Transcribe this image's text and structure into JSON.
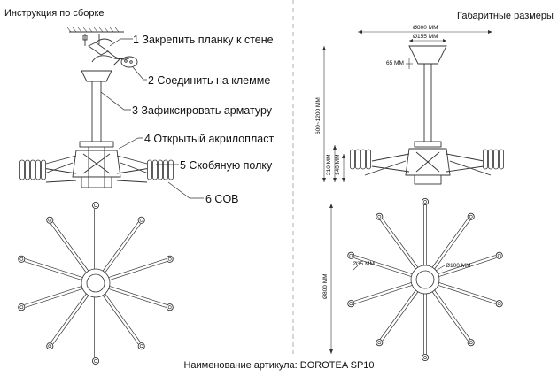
{
  "header": {
    "left_title": "Инструкция по сборке",
    "right_title": "Габаритные размеры"
  },
  "steps": [
    "1 Закрепить планку к стене",
    "2 Соединить на клемме",
    "3 Зафиксировать арматуру",
    "4 Открытый акрилопласт",
    "5 Скобяную полку",
    "6 COB"
  ],
  "dimensions": {
    "overall_width": "Ø800 ММ",
    "canopy": "Ø155 ММ",
    "canopy_height": "65 ММ",
    "height_range": "600~1200 ММ",
    "body_height": "210 ММ",
    "ring_height": "140 ММ",
    "arm_diameter": "Ø35 ММ",
    "center_diameter": "Ø100 ММ",
    "plan_diameter": "Ø800 ММ"
  },
  "footer": {
    "article": "Наименование артикула: DOROTEA SP10"
  },
  "colors": {
    "line": "#333333",
    "divider": "#999999"
  }
}
